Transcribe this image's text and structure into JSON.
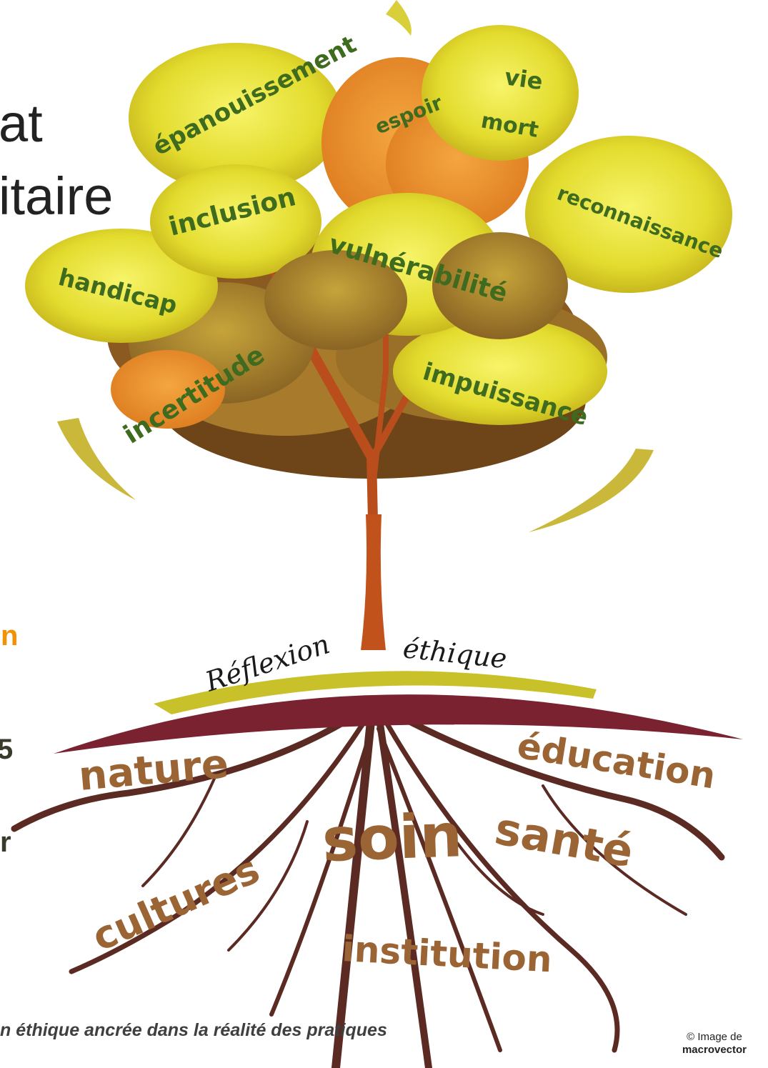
{
  "heading": {
    "line1": "at",
    "line2": "itaire"
  },
  "side_fragments": [
    "n",
    "5",
    "r"
  ],
  "canopy_words": [
    {
      "id": "epanouissement",
      "text": "épanouissement"
    },
    {
      "id": "vie",
      "text": "vie"
    },
    {
      "id": "espoir",
      "text": "espoir"
    },
    {
      "id": "mort",
      "text": "mort"
    },
    {
      "id": "inclusion",
      "text": "inclusion"
    },
    {
      "id": "reconnaissance",
      "text": "reconnaissance"
    },
    {
      "id": "vulnerabilite",
      "text": "vulnérabilité"
    },
    {
      "id": "handicap",
      "text": "handicap"
    },
    {
      "id": "incertitude",
      "text": "incertitude"
    },
    {
      "id": "impuissance",
      "text": "impuissance"
    }
  ],
  "ground_words": [
    {
      "id": "reflexion",
      "text": "Réflexion"
    },
    {
      "id": "ethique",
      "text": "éthique"
    }
  ],
  "root_words": [
    {
      "id": "nature",
      "text": "nature"
    },
    {
      "id": "education",
      "text": "éducation"
    },
    {
      "id": "soin",
      "text": "soin"
    },
    {
      "id": "sante",
      "text": "santé"
    },
    {
      "id": "cultures",
      "text": "cultures"
    },
    {
      "id": "institution",
      "text": "institution"
    }
  ],
  "caption": "n éthique ancrée dans la réalité des pratiques",
  "credit": {
    "prefix": "© Image de",
    "author": "macrovector"
  },
  "colors": {
    "canopy_word": "#3f6b1e",
    "root_word": "#9a6434",
    "ground_word": "#1a1a1a",
    "orange_fragment": "#f39200",
    "dark_fragment": "#3a3a2a",
    "trunk": "#c2521c",
    "root": "#5b2a22",
    "ground": "#7a2230",
    "ground_top": "#c9c12a"
  }
}
